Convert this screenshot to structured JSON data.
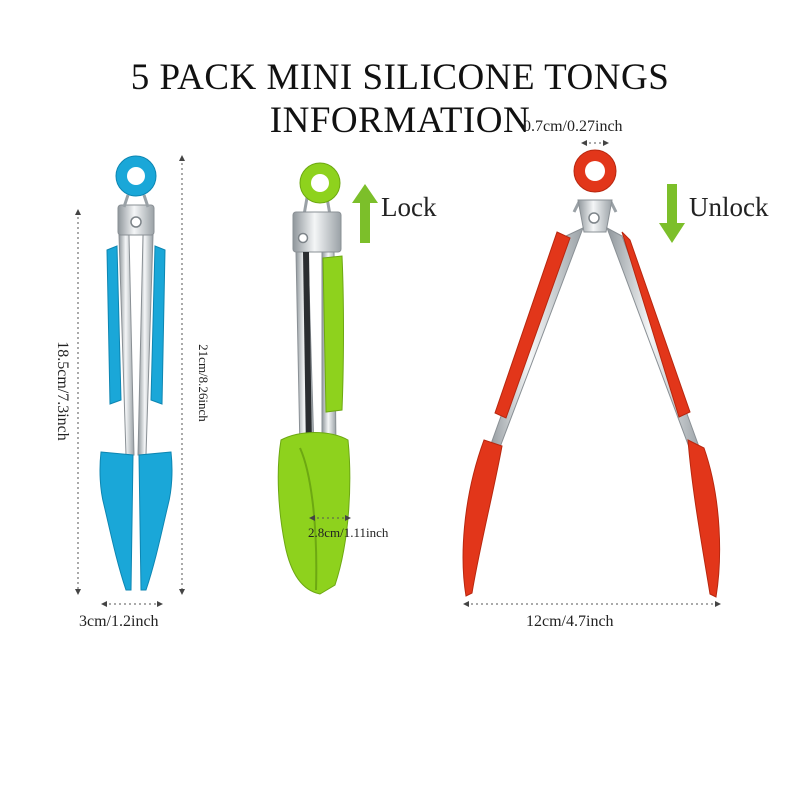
{
  "title": "5 PACK MINI SILICONE TONGS INFORMATION",
  "colors": {
    "blue": "#1aa7d8",
    "green": "#8ed21d",
    "red": "#e2361a",
    "arrow_green": "#7cbf2a",
    "steel": "#d9dde0"
  },
  "labels": {
    "blue_length": "18.5cm/7.3inch",
    "blue_total": "21cm/8.26inch",
    "blue_width": "3cm/1.2inch",
    "green_width": "2.8cm/1.11inch",
    "red_ring": "0.7cm/0.27inch",
    "red_width": "12cm/4.7inch"
  },
  "lock": {
    "label": "Lock",
    "icon": "up-arrow-icon"
  },
  "unlock": {
    "label": "Unlock",
    "icon": "down-arrow-icon"
  }
}
